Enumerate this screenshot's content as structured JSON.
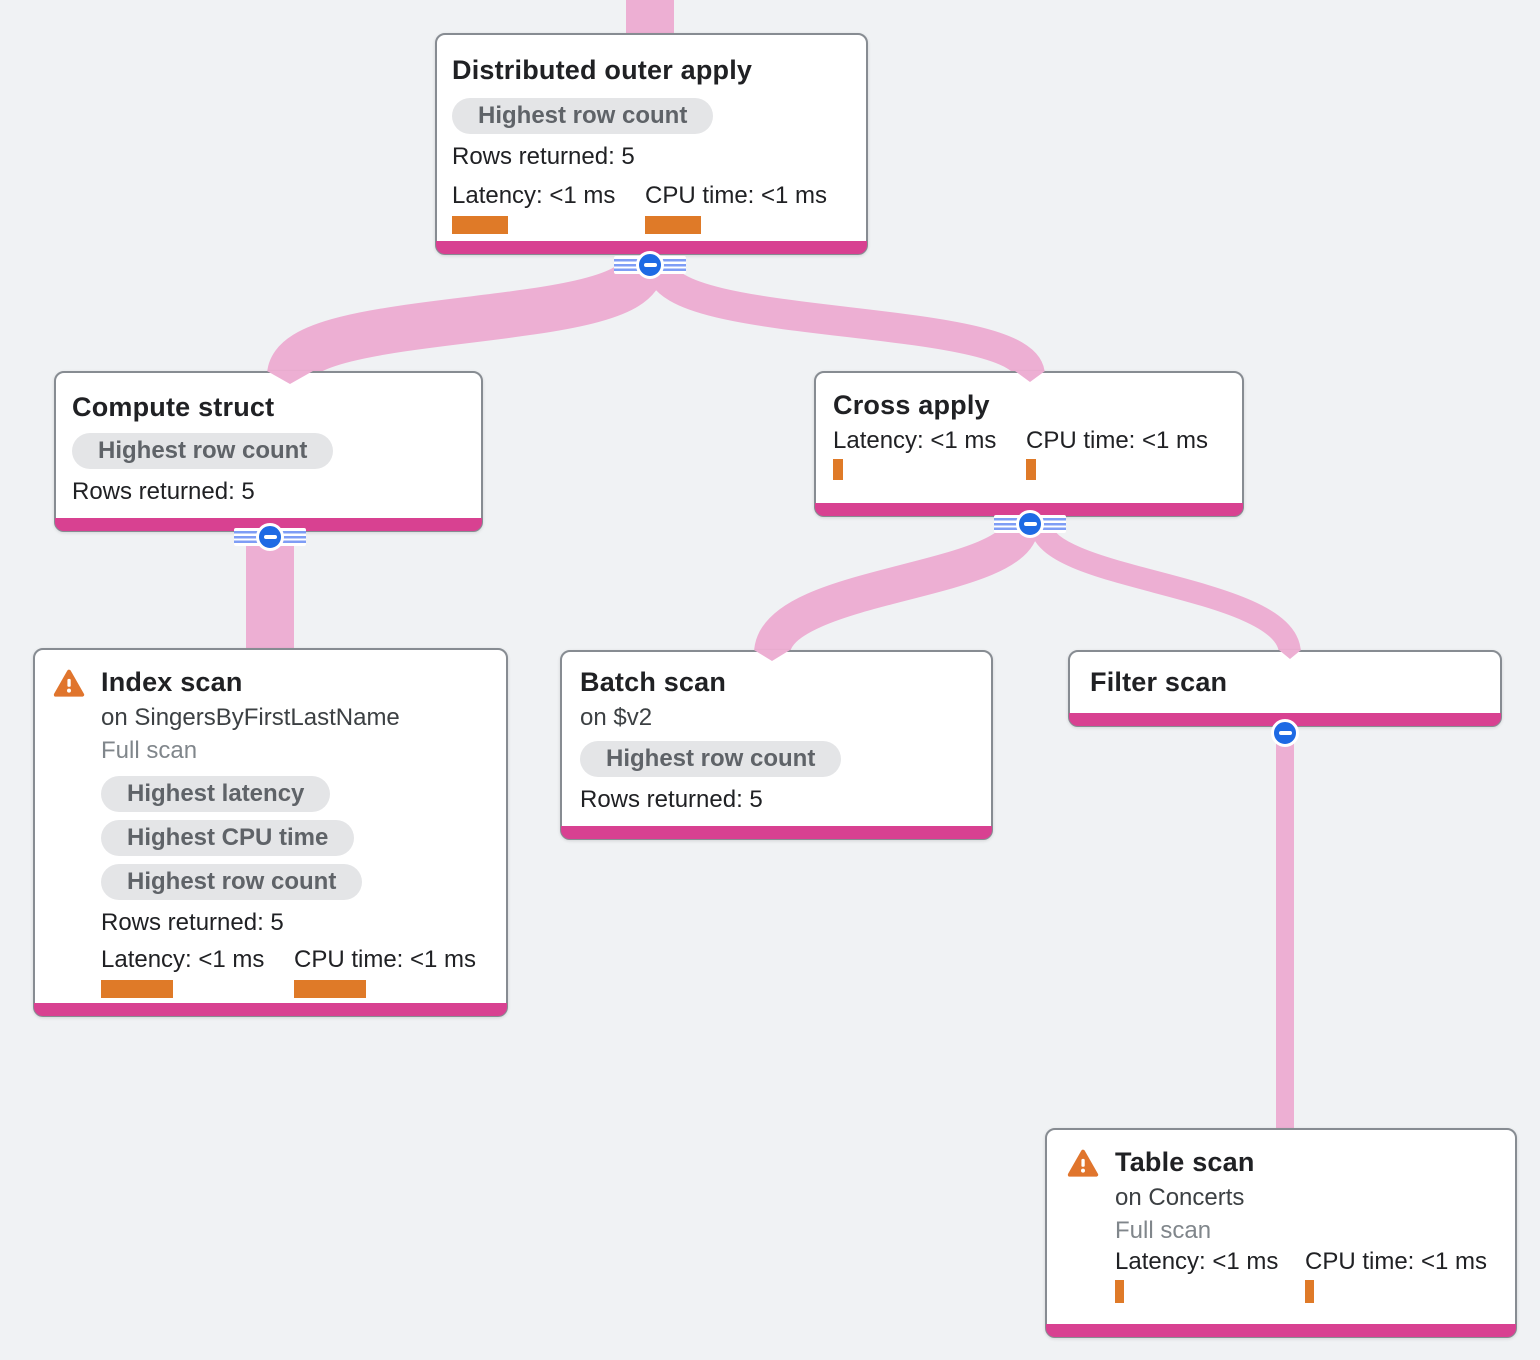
{
  "diagram": {
    "type": "query-plan-tree",
    "nodes": {
      "distributed_outer_apply": {
        "title": "Distributed outer apply",
        "badge": "Highest row count",
        "rows_returned": "Rows returned: 5",
        "latency": "Latency: <1 ms",
        "cpu_time": "CPU time: <1 ms"
      },
      "compute_struct": {
        "title": "Compute struct",
        "badge": "Highest row count",
        "rows_returned": "Rows returned: 5"
      },
      "cross_apply": {
        "title": "Cross apply",
        "latency": "Latency: <1 ms",
        "cpu_time": "CPU time: <1 ms"
      },
      "index_scan": {
        "title": "Index scan",
        "subtitle": "on SingersByFirstLastName",
        "scan_type": "Full scan",
        "badges": [
          "Highest latency",
          "Highest CPU time",
          "Highest row count"
        ],
        "rows_returned": "Rows returned: 5",
        "latency": "Latency: <1 ms",
        "cpu_time": "CPU time: <1 ms"
      },
      "batch_scan": {
        "title": "Batch scan",
        "subtitle": "on $v2",
        "badge": "Highest row count",
        "rows_returned": "Rows returned: 5"
      },
      "filter_scan": {
        "title": "Filter scan"
      },
      "table_scan": {
        "title": "Table scan",
        "subtitle": "on Concerts",
        "scan_type": "Full scan",
        "latency": "Latency: <1 ms",
        "cpu_time": "CPU time: <1 ms"
      }
    },
    "links": [
      {
        "from": "parent-offscreen",
        "to": "distributed_outer_apply"
      },
      {
        "from": "distributed_outer_apply",
        "to": "compute_struct"
      },
      {
        "from": "distributed_outer_apply",
        "to": "cross_apply"
      },
      {
        "from": "compute_struct",
        "to": "index_scan"
      },
      {
        "from": "cross_apply",
        "to": "batch_scan"
      },
      {
        "from": "cross_apply",
        "to": "filter_scan"
      },
      {
        "from": "filter_scan",
        "to": "table_scan"
      }
    ],
    "colors": {
      "background": "#f0f2f4",
      "link_pink": "#edafd3",
      "node_accent_magenta": "#d84191",
      "metric_bar_orange": "#df7a28",
      "warning_orange": "#e0752d",
      "collapse_button_blue": "#1e6ae4",
      "stripe_blue": "#7e9df5",
      "badge_bg": "#e4e5e7",
      "badge_text": "#5f6368"
    }
  }
}
